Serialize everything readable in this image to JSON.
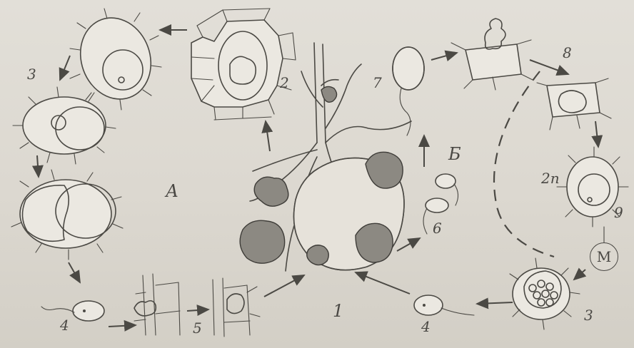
{
  "labels": {
    "A": "А",
    "B": "Б",
    "M": "М",
    "l1": "1",
    "l2": "2",
    "l2n": "2n",
    "l3_left": "3",
    "l3_right": "3",
    "l4_left": "4",
    "l4_bottom": "4",
    "l5": "5",
    "l6": "6",
    "l7": "7",
    "l8": "8",
    "l9": "9"
  }
}
